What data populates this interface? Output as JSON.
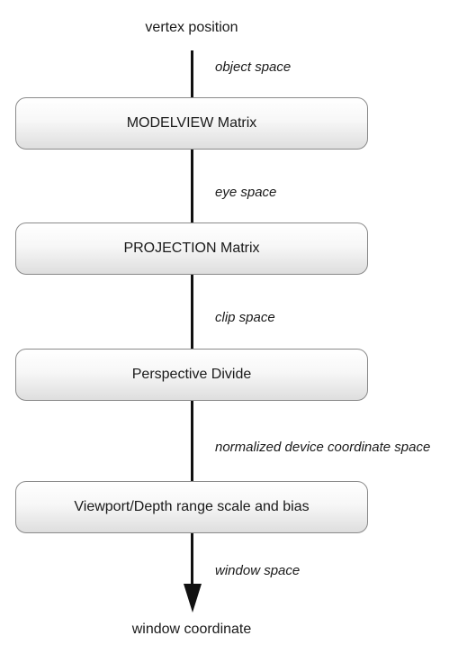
{
  "input_label": "vertex position",
  "output_label": "window coordinate",
  "stages": [
    "MODELVIEW Matrix",
    "PROJECTION Matrix",
    "Perspective Divide",
    "Viewport/Depth range scale and bias"
  ],
  "spaces": [
    "object space",
    "eye space",
    "clip space",
    "normalized device coordinate space",
    "window space"
  ]
}
